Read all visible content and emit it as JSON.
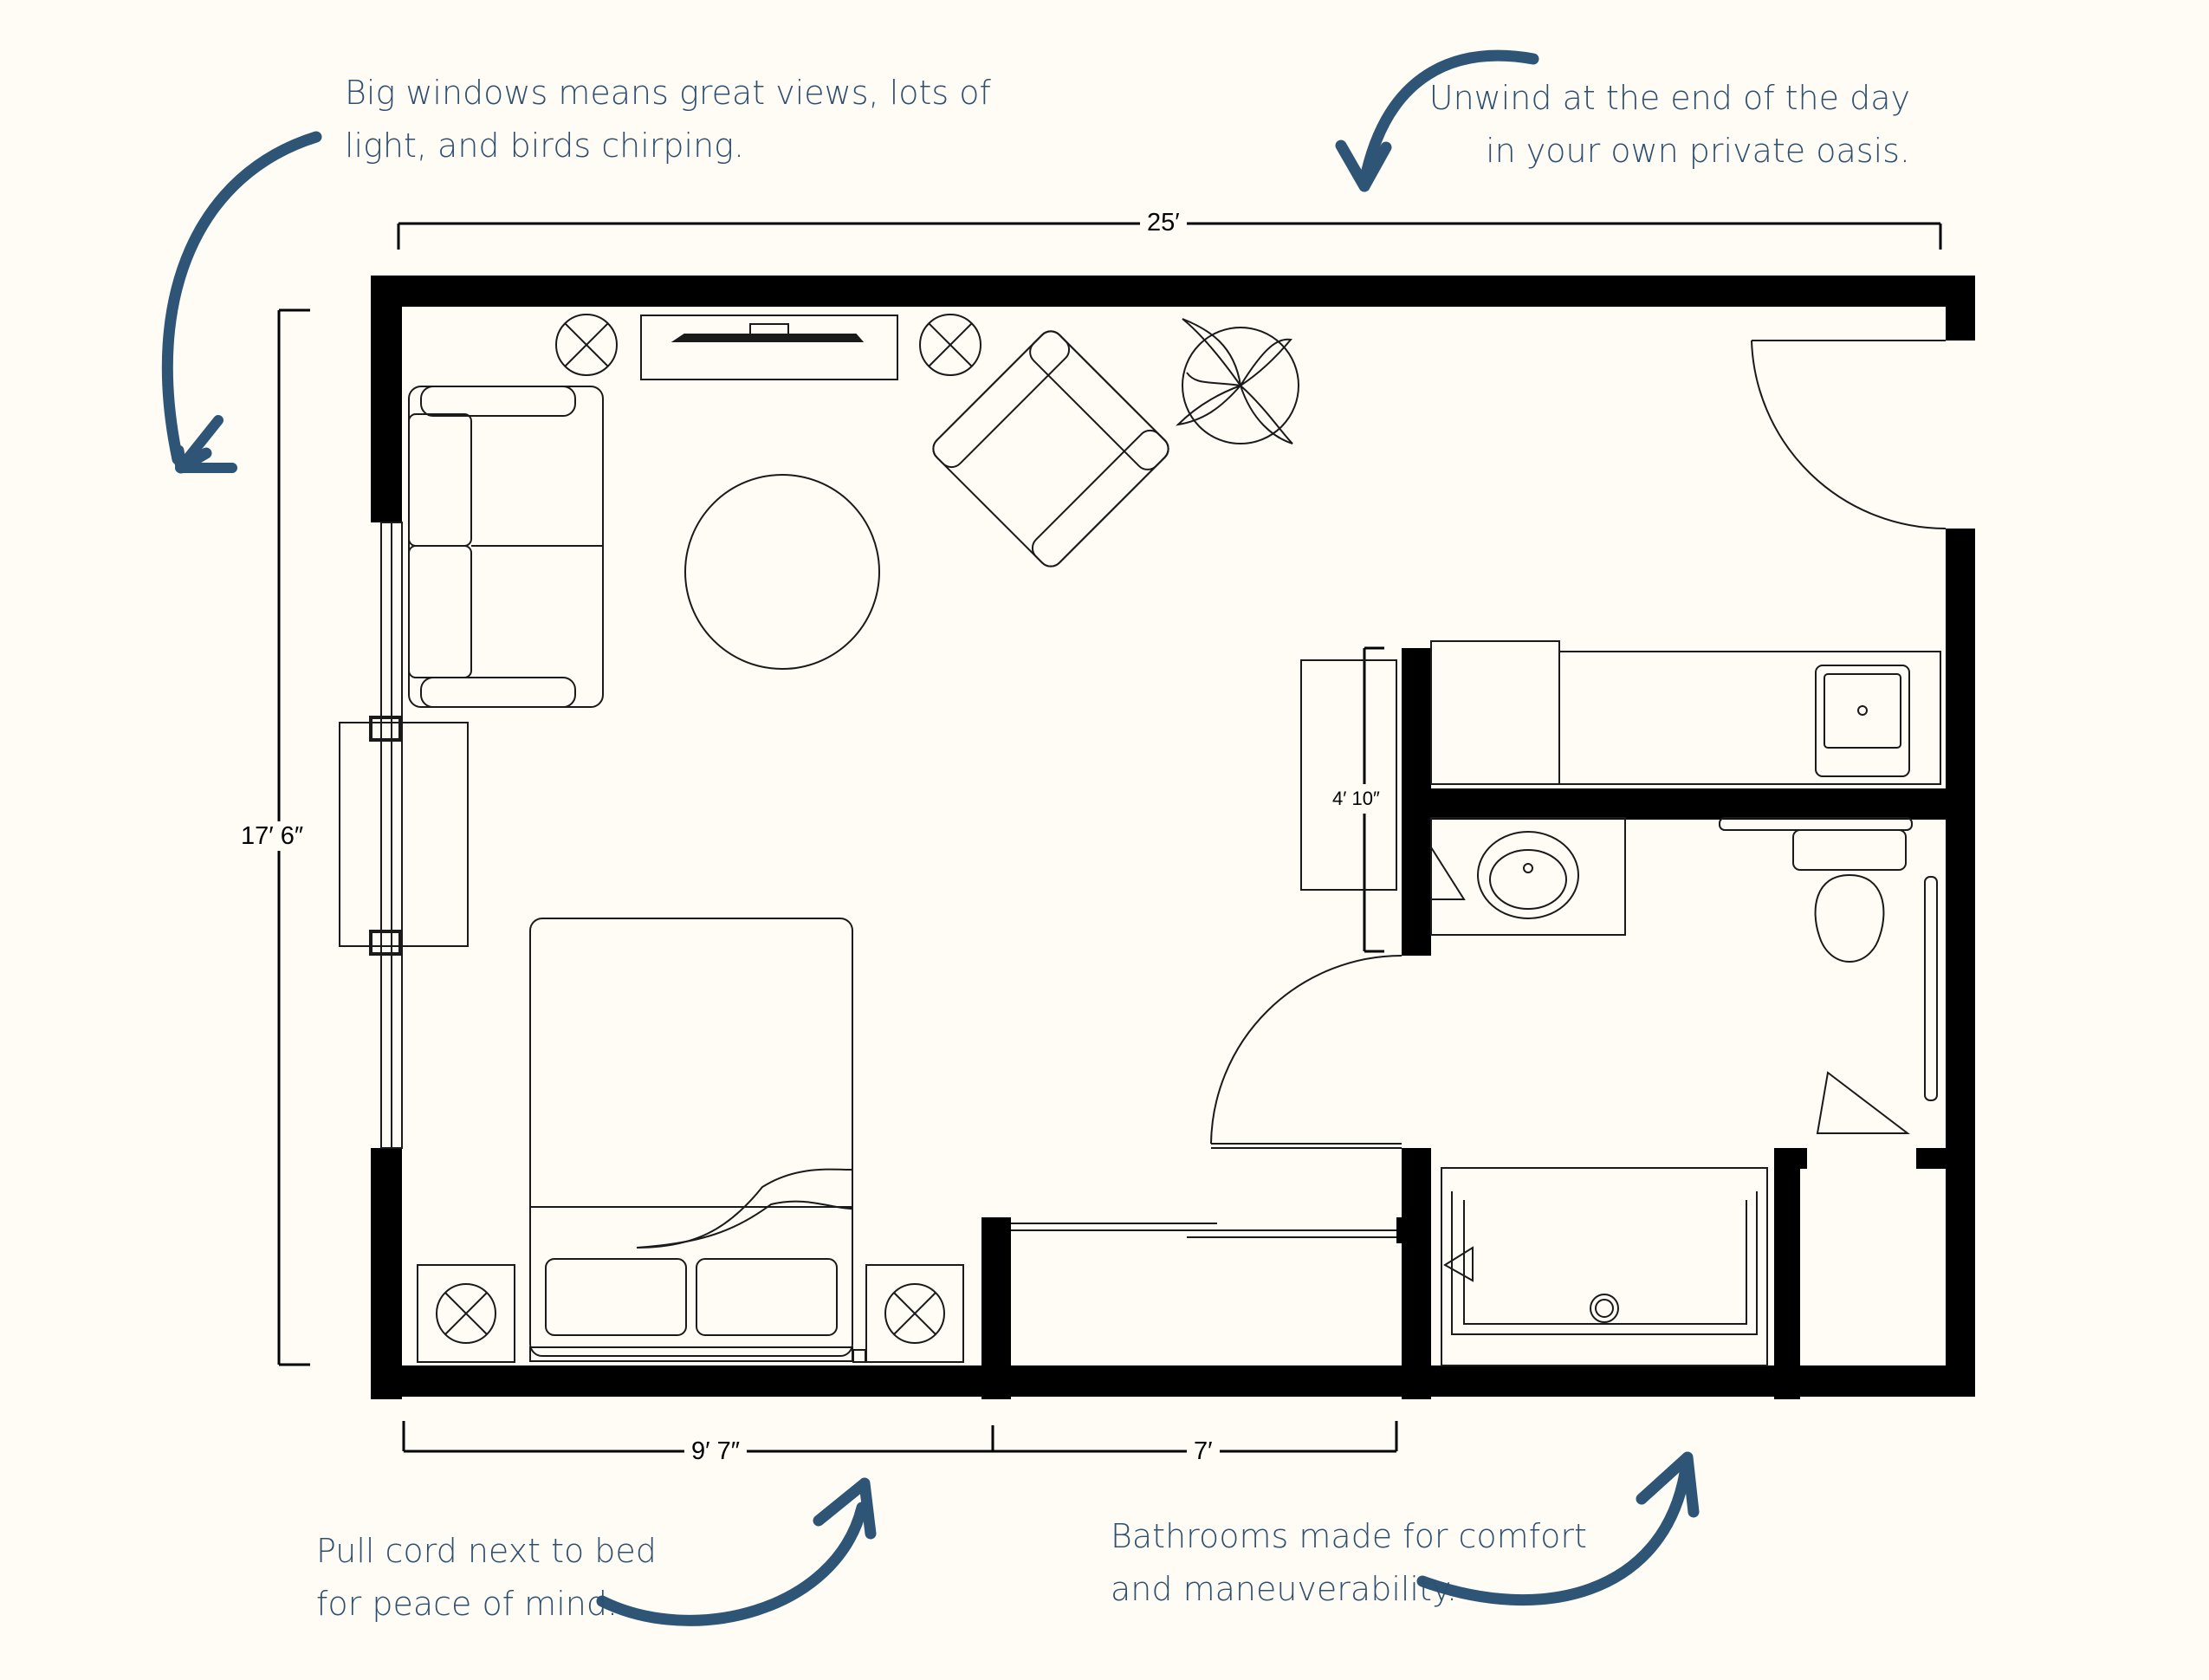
{
  "annotations": {
    "windows": [
      "Big windows means great views, lots of",
      "light, and birds chirping."
    ],
    "unwind": [
      "Unwind at the end of the day",
      "in your own private oasis."
    ],
    "pull_cord": [
      "Pull cord next to bed",
      "for peace of mind."
    ],
    "bathrooms": [
      "Bathrooms made for comfort",
      "and maneuverability."
    ]
  },
  "dimensions": {
    "width": "25′",
    "height": "17′ 6″",
    "bottom_left": "9′ 7″",
    "bottom_right": "7′",
    "kitchen": "4′ 10″"
  },
  "colors": {
    "accent": "#2e5476",
    "wall": "#000000",
    "background": "#fefcf5"
  },
  "icons": [
    "curved-arrow-icon",
    "plant-icon",
    "door-swing-icon"
  ]
}
